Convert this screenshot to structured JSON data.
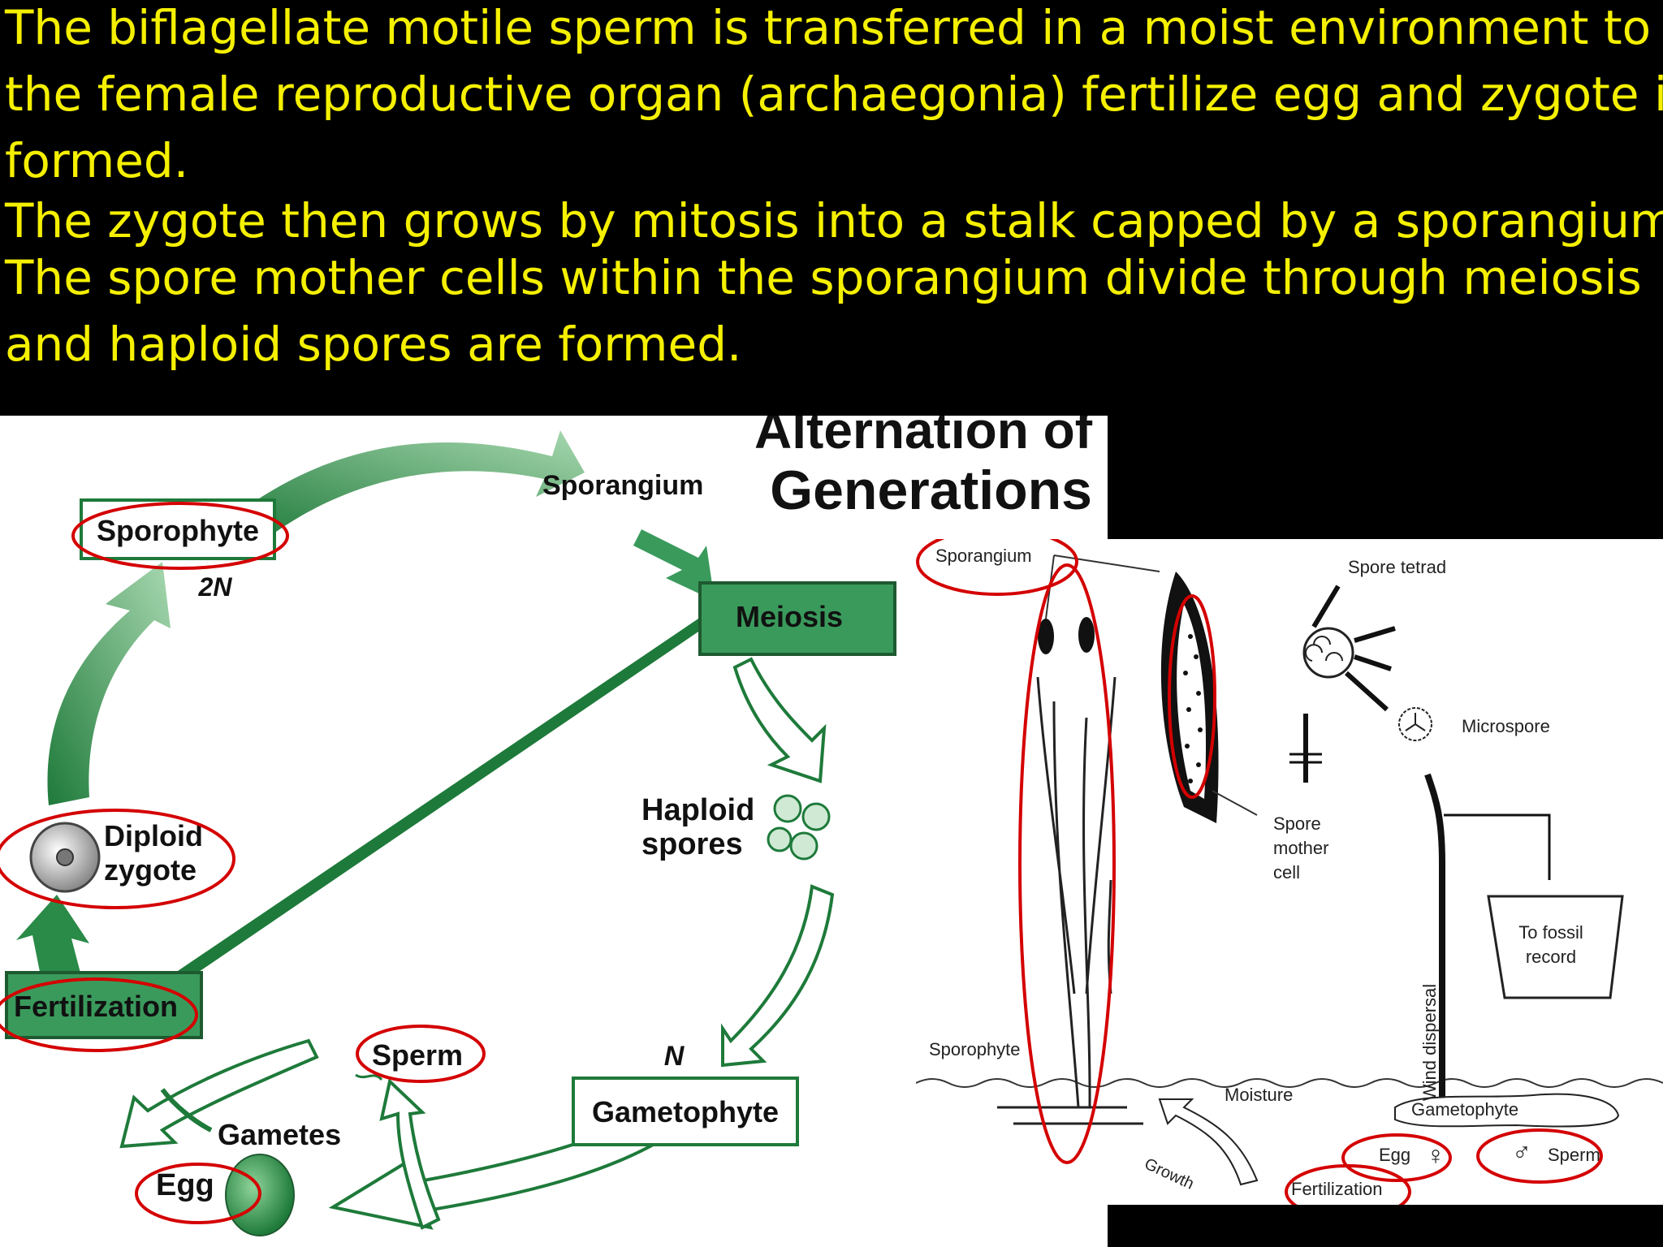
{
  "header": {
    "line1": "The biflagellate motile sperm is transferred in a moist environment to",
    "line2": "the female reproductive organ (archaegonia) fertilize egg and zygote is",
    "line3": "formed.",
    "line4": "The zygote then grows by mitosis into a stalk capped by a sporangium.",
    "line5": "The spore mother cells within the sporangium divide through meiosis",
    "line6": "and haploid spores are formed."
  },
  "left_diagram": {
    "title_line1": "Alternation of",
    "title_line2": "Generations",
    "sporophyte": "Sporophyte",
    "two_n": "2N",
    "sporangium": "Sporangium",
    "meiosis": "Meiosis",
    "haploid": "Haploid",
    "spores": "spores",
    "n": "N",
    "gametophyte": "Gametophyte",
    "diploid": "Diploid",
    "zygote": "zygote",
    "fertilization": "Fertilization",
    "sperm": "Sperm",
    "gametes": "Gametes",
    "egg": "Egg"
  },
  "right_diagram": {
    "sporangium": "Sporangium",
    "spore_tetrad": "Spore tetrad",
    "microspore": "Microspore",
    "spore_mother_cell_1": "Spore",
    "spore_mother_cell_2": "mother",
    "spore_mother_cell_3": "cell",
    "to_fossil_1": "To fossil",
    "to_fossil_2": "record",
    "wind_dispersal": "Wind dispersal",
    "sporophyte": "Sporophyte",
    "moisture": "Moisture",
    "gametophyte": "Gametophyte",
    "growth": "Growth",
    "egg": "Egg",
    "sperm": "Sperm",
    "fertilization": "Fertilization"
  },
  "colors": {
    "header_text": "#f5f000",
    "background": "#000000",
    "green_dark": "#1e7a3a",
    "green_box": "#3a9a5c",
    "annotation_red": "#d40000"
  }
}
